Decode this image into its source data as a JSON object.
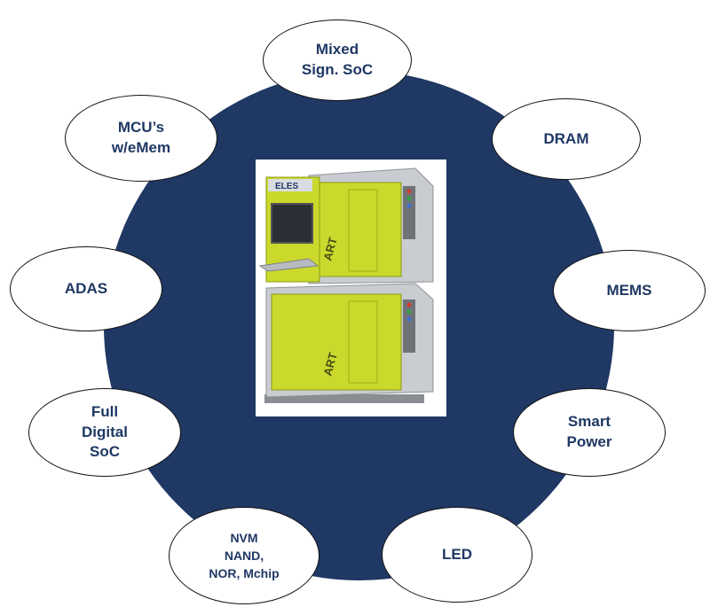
{
  "center_image": {
    "brand_text": "ELES",
    "product_text": "ART"
  },
  "nodes": {
    "mixed_signal_soc": "Mixed\nSign. SoC",
    "dram": "DRAM",
    "mems": "MEMS",
    "smart_power": "Smart\nPower",
    "led": "LED",
    "nvm": "NVM\nNAND,\nNOR, Mchip",
    "full_digital_soc": "Full\nDigital\nSoC",
    "adas": "ADAS",
    "mcus_emem": "MCU’s\nw/eMem"
  },
  "colors": {
    "hub": "#1f3864",
    "text": "#1f3864",
    "machine_body": "#c8d92a",
    "machine_frame": "#c9ccd0"
  }
}
